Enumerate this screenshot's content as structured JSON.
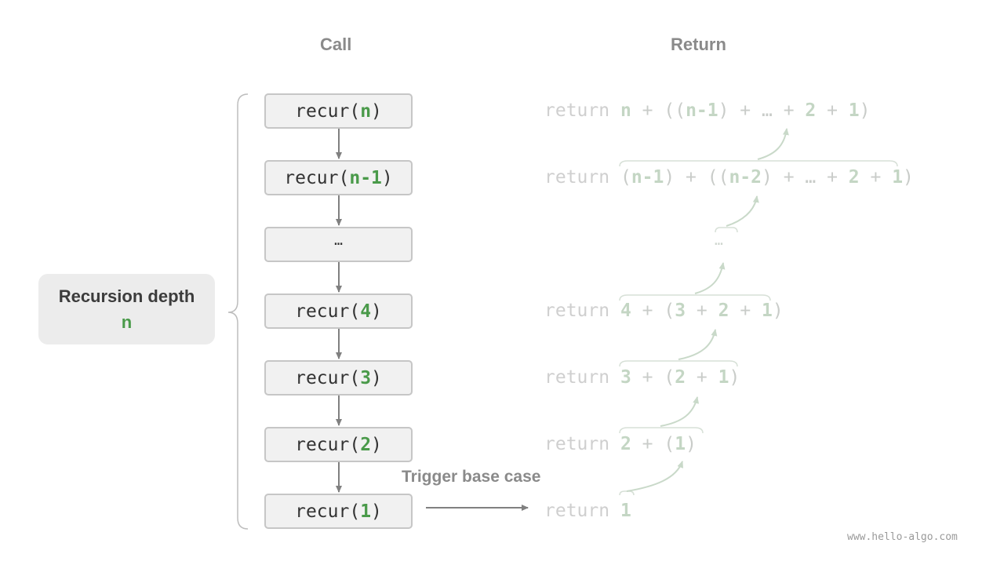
{
  "headers": {
    "call": "Call",
    "return": "Return"
  },
  "depth": {
    "title": "Recursion depth",
    "value": "n"
  },
  "calls": [
    {
      "prefix": "recur(",
      "arg": "n",
      "suffix": ")"
    },
    {
      "prefix": "recur(",
      "arg": "n-1",
      "suffix": ")"
    },
    {
      "ellipsis": "…"
    },
    {
      "prefix": "recur(",
      "arg": "4",
      "suffix": ")"
    },
    {
      "prefix": "recur(",
      "arg": "3",
      "suffix": ")"
    },
    {
      "prefix": "recur(",
      "arg": "2",
      "suffix": ")"
    },
    {
      "prefix": "recur(",
      "arg": "1",
      "suffix": ")"
    }
  ],
  "returns": {
    "keyword": "return",
    "r0": {
      "v1": "n",
      "op1": " + ((",
      "v2": "n-1",
      "op2": ") + … + ",
      "v3": "2",
      "op3": " + ",
      "v4": "1",
      "op4": ")"
    },
    "r1": {
      "op0": "(",
      "v1": "n-1",
      "op1": ") + ((",
      "v2": "n-2",
      "op2": ") + … + ",
      "v3": "2",
      "op3": " + ",
      "v4": "1",
      "op4": ")"
    },
    "ellipsis": "…",
    "r4": {
      "v1": "4",
      "op1": " + (",
      "v2": "3",
      "op2": " + ",
      "v3": "2",
      "op3": " + ",
      "v4": "1",
      "op4": ")"
    },
    "r3": {
      "v1": "3",
      "op1": " + (",
      "v2": "2",
      "op2": " + ",
      "v3": "1",
      "op3": ")"
    },
    "r2": {
      "v1": "2",
      "op1": " + (",
      "v2": "1",
      "op2": ")"
    },
    "r1b": {
      "v1": "1"
    }
  },
  "trigger_label": "Trigger base case",
  "watermark": "www.hello-algo.com",
  "colors": {
    "accent_green": "#4a9a4a",
    "arrow_gray": "#808080",
    "faded_return": "#c4d6c4"
  }
}
